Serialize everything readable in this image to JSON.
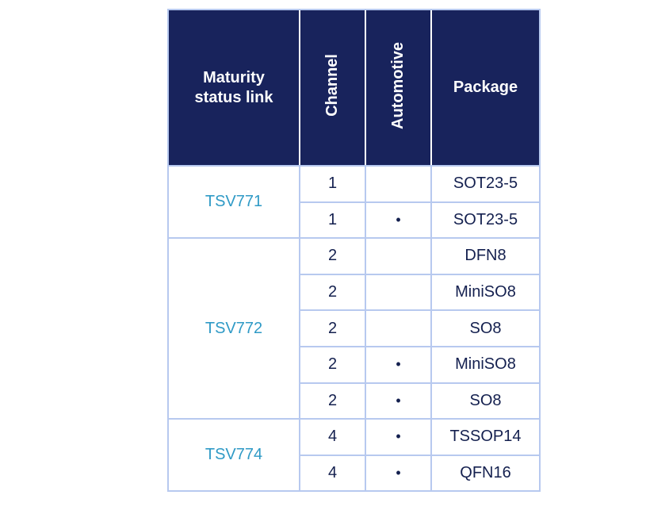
{
  "page": {
    "background": "#ffffff"
  },
  "table": {
    "headers": {
      "maturity": "Maturity status link",
      "channel": "Channel",
      "automotive": "Automotive",
      "package": "Package"
    },
    "bullet_symbol": "•",
    "groups": [
      {
        "part": "TSV771",
        "rows": [
          {
            "channel": "1",
            "automotive": "",
            "package": "SOT23-5"
          },
          {
            "channel": "1",
            "automotive": "•",
            "package": "SOT23-5"
          }
        ]
      },
      {
        "part": "TSV772",
        "rows": [
          {
            "channel": "2",
            "automotive": "",
            "package": "DFN8"
          },
          {
            "channel": "2",
            "automotive": "",
            "package": "MiniSO8"
          },
          {
            "channel": "2",
            "automotive": "",
            "package": "SO8"
          },
          {
            "channel": "2",
            "automotive": "•",
            "package": "MiniSO8"
          },
          {
            "channel": "2",
            "automotive": "•",
            "package": "SO8"
          }
        ]
      },
      {
        "part": "TSV774",
        "rows": [
          {
            "channel": "4",
            "automotive": "•",
            "package": "TSSOP14"
          },
          {
            "channel": "4",
            "automotive": "•",
            "package": "QFN16"
          }
        ]
      }
    ],
    "colors": {
      "header_bg": "#18235c",
      "header_text": "#ffffff",
      "body_text": "#14204f",
      "link": "#2f9ac6",
      "border": "#b7c9ef",
      "page_bg": "#ffffff"
    }
  }
}
